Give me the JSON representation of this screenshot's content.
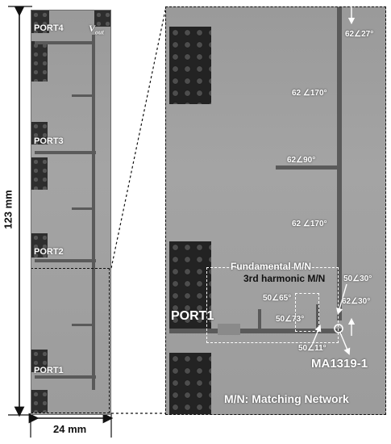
{
  "left_board": {
    "ports": [
      "PORT4",
      "PORT3",
      "PORT2",
      "PORT1"
    ],
    "vout": "V",
    "vout_sub": "out"
  },
  "dimensions": {
    "height": "123 mm",
    "width": "24 mm"
  },
  "zoom": {
    "port": "PORT1",
    "fundamental_mn": "Fundamental M/N",
    "third_harmonic_mn": "3rd harmonic M/N",
    "device": "MA1319-1",
    "legend": "M/N: Matching Network",
    "lines": [
      "62∠27°",
      "62 ∠170°",
      "62∠90°",
      "62 ∠170°",
      "50∠30°",
      "62∠30°",
      "50∠65°",
      "50∠73°",
      "50∠11°"
    ]
  }
}
